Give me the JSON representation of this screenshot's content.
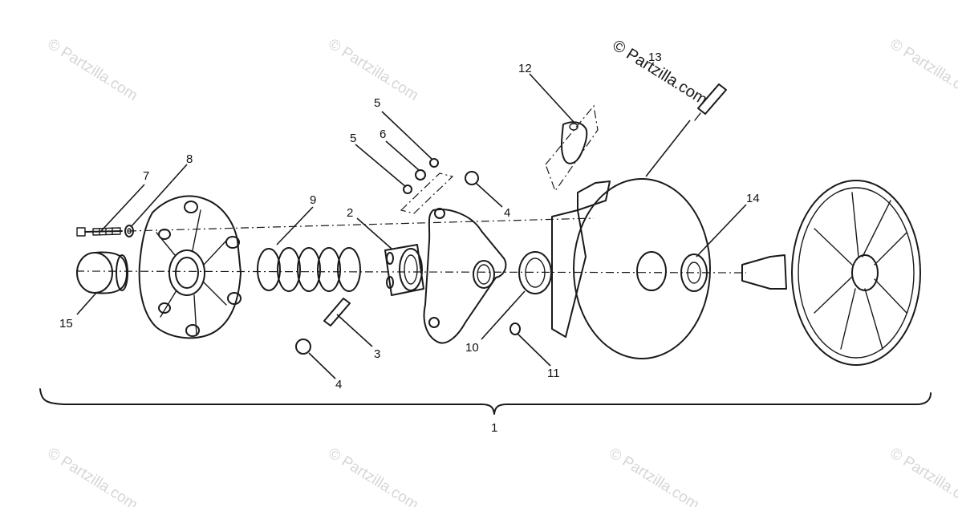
{
  "watermark": {
    "main": "© Partzilla.com",
    "faded": "© Partzilla.com"
  },
  "callouts": [
    "1",
    "2",
    "3",
    "4",
    "4",
    "5",
    "5",
    "6",
    "7",
    "8",
    "9",
    "10",
    "11",
    "12",
    "13",
    "14",
    "15"
  ],
  "colors": {
    "ink": "#1a1a1a",
    "watermark": "#d6d6d6",
    "background": "#ffffff"
  }
}
